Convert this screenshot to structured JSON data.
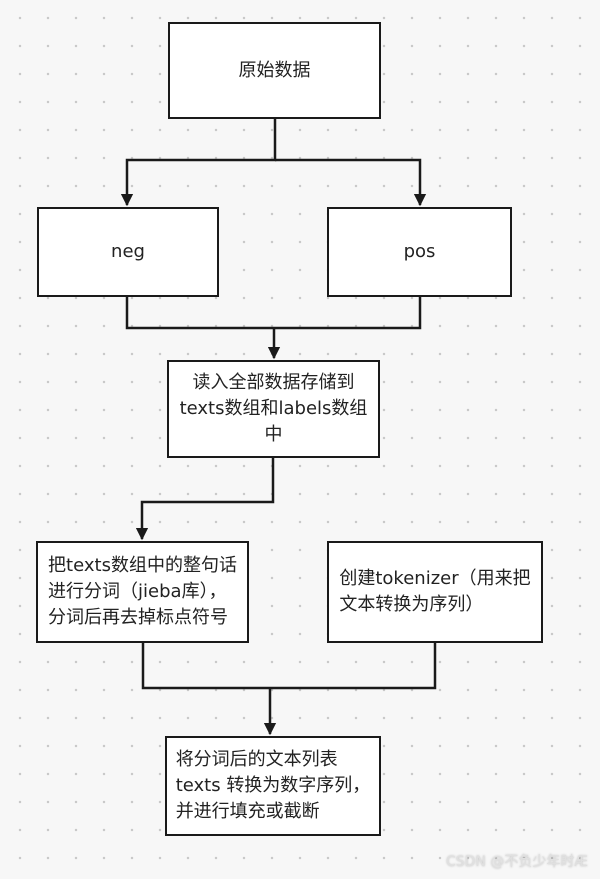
{
  "diagram": {
    "nodes": {
      "raw_data": "原始数据",
      "neg": "neg",
      "pos": "pos",
      "read_all": "读入全部数据存储到\ntexts数组和labels数组\n中",
      "segment": "把texts数组中的整句话\n进行分词（jieba库），\n分词后再去掉标点符号",
      "tokenizer": "创建tokenizer（用来把\n文本转换为序列）",
      "convert": "将分词后的文本列表\ntexts 转换为数字序列，\n并进行填充或截断"
    },
    "edges": [
      {
        "from": "raw_data",
        "to": "neg"
      },
      {
        "from": "raw_data",
        "to": "pos"
      },
      {
        "from": "neg",
        "to": "read_all"
      },
      {
        "from": "pos",
        "to": "read_all"
      },
      {
        "from": "read_all",
        "to": "segment"
      },
      {
        "from": "segment",
        "to": "convert"
      },
      {
        "from": "tokenizer",
        "to": "convert"
      }
    ]
  },
  "watermark": "CSDN @不负少年时Æ",
  "colors": {
    "stroke": "#1a1a1a",
    "box_fill": "#ffffff",
    "background": "#f7f7f7"
  }
}
